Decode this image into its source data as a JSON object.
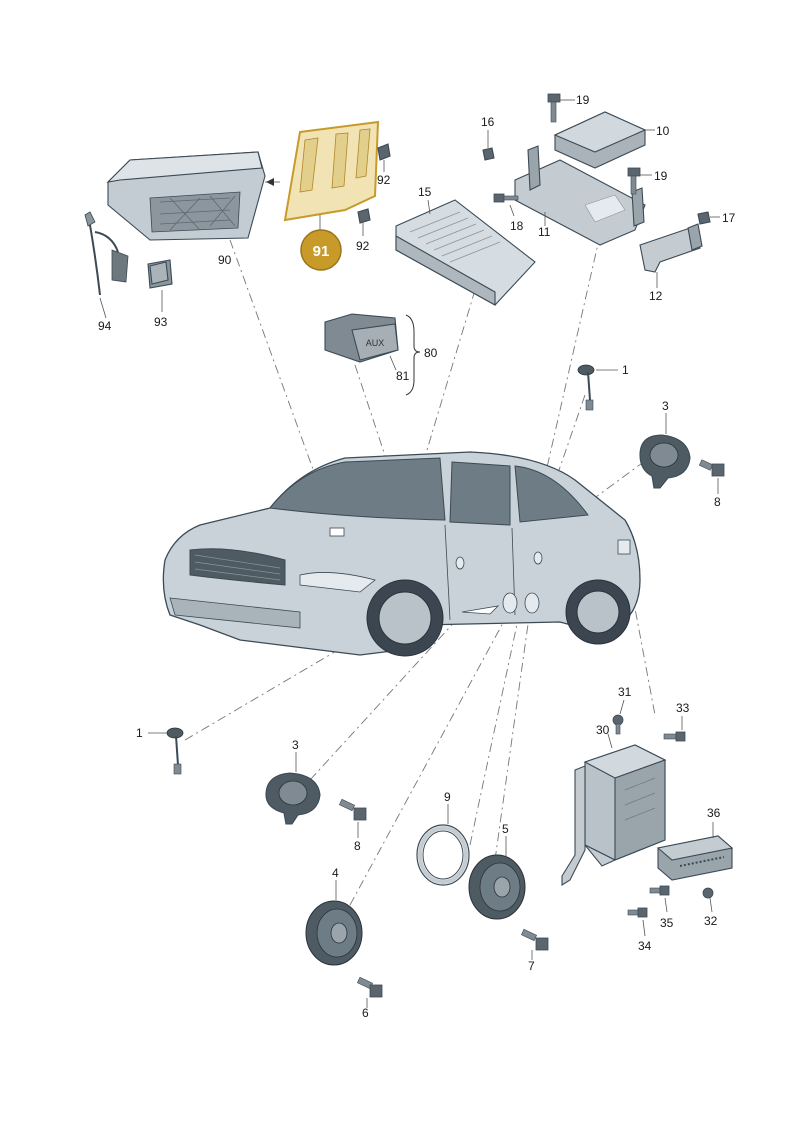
{
  "diagram": {
    "type": "exploded-parts-diagram",
    "colors": {
      "highlight_fill": "#c89a2a",
      "highlight_panel": "#f1e3b4",
      "part_gray": "#b9c2c8",
      "car_body": "#c9d2d8",
      "label_text": "#1a1a1a"
    },
    "highlighted_part": "91",
    "callouts": [
      "1",
      "1",
      "3",
      "3",
      "4",
      "5",
      "6",
      "7",
      "8",
      "8",
      "9",
      "10",
      "11",
      "12",
      "15",
      "17",
      "18",
      "19",
      "19",
      "30",
      "31",
      "32",
      "33",
      "34",
      "35",
      "36",
      "80",
      "81",
      "90",
      "92",
      "92",
      "93",
      "94"
    ],
    "aux_label": "AUX"
  }
}
